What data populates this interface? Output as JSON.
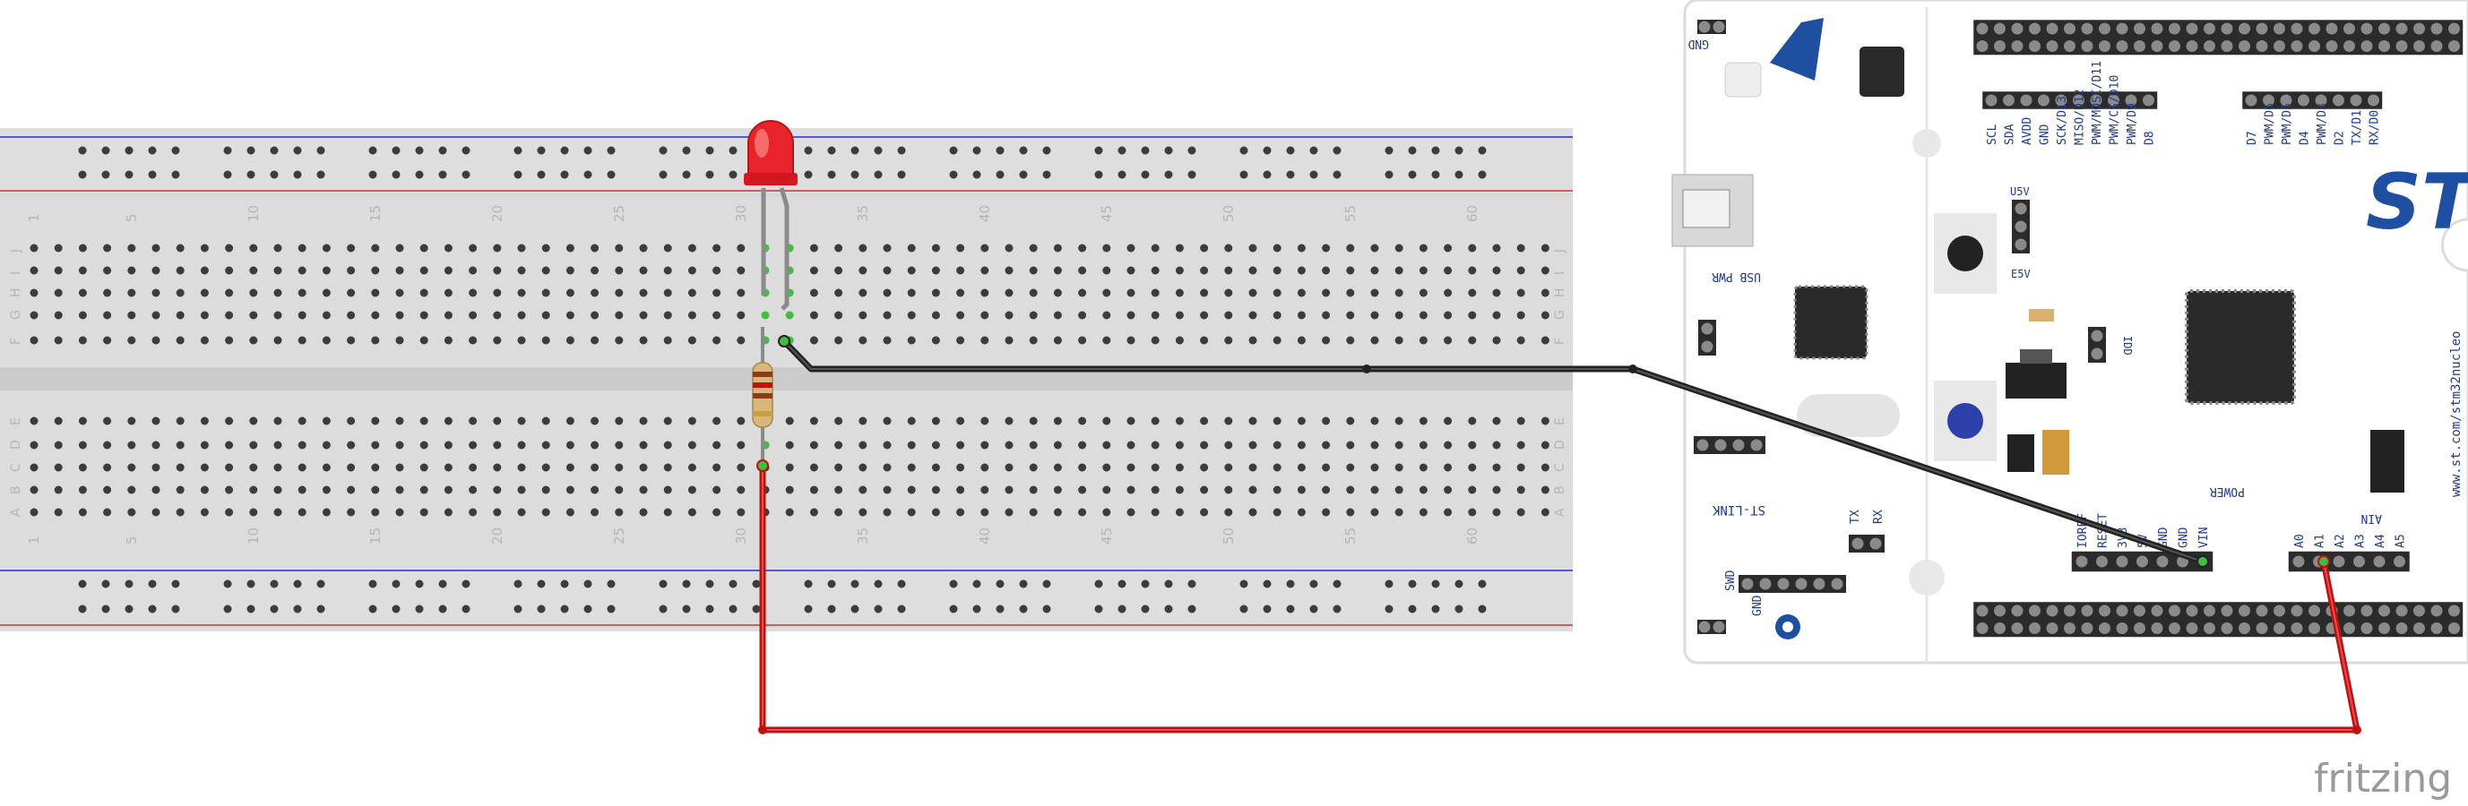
{
  "breadboard": {
    "column_numbers": [
      "1",
      "5",
      "10",
      "15",
      "20",
      "25",
      "30",
      "35",
      "40",
      "45",
      "50",
      "55",
      "60"
    ],
    "row_letters_top": [
      "J",
      "I",
      "H",
      "G",
      "F"
    ],
    "row_letters_bottom": [
      "E",
      "D",
      "C",
      "B",
      "A"
    ]
  },
  "board": {
    "name": "stm32nucleo",
    "url": "www.st.com/stm32nucleo",
    "gnd_top": "GND",
    "gnd_bottom": "GND",
    "usb_pwr": "USB PWR",
    "st_link": "ST-LINK",
    "swd": "SWD",
    "tx": "TX",
    "rx": "RX",
    "u5v": "U5V",
    "e5v": "E5V",
    "idd": "IDD",
    "power_header": "POWER",
    "power_pins": [
      "IOREF",
      "RESET",
      "3V3",
      "5V",
      "GND",
      "GND",
      "VIN"
    ],
    "ain_header": "AIN",
    "ain_pins": [
      "A0",
      "A1",
      "A2",
      "A3",
      "A4",
      "A5"
    ],
    "digital_pins_left": [
      "SCL",
      "SDA",
      "AVDD",
      "GND",
      "SCK/D13",
      "MISO/D12",
      "PWM/MOSI/D11",
      "PWM/CS/D10",
      "PWM/D9",
      "D8"
    ],
    "digital_pins_right": [
      "D7",
      "PWM/D6",
      "PWM/D5",
      "D4",
      "PWM/D3",
      "D2",
      "TX/D1",
      "RX/D0"
    ]
  },
  "wires": [
    {
      "name": "black-wire",
      "color": "#222222"
    },
    {
      "name": "red-wire",
      "color": "#c01010"
    }
  ],
  "components": {
    "led_color": "#e8232b",
    "resistor_color": "#d9b77a"
  },
  "watermark": "fritzing"
}
